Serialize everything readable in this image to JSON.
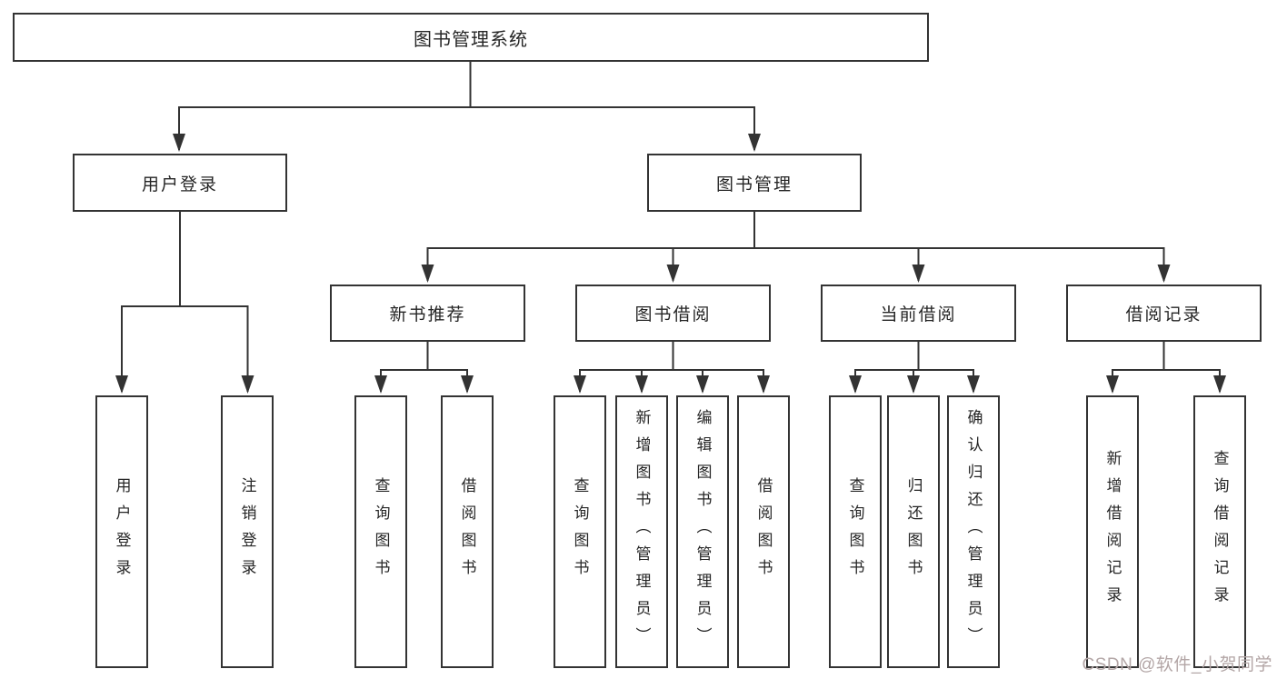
{
  "tree": {
    "label": "图书管理系统",
    "children": [
      {
        "label": "用户登录",
        "children": [
          {
            "label": "用户登录"
          },
          {
            "label": "注销登录"
          }
        ]
      },
      {
        "label": "图书管理",
        "children": [
          {
            "label": "新书推荐",
            "children": [
              {
                "label": "查询图书"
              },
              {
                "label": "借阅图书"
              }
            ]
          },
          {
            "label": "图书借阅",
            "children": [
              {
                "label": "查询图书"
              },
              {
                "label": "新增图书（管理员）"
              },
              {
                "label": "编辑图书（管理员）"
              },
              {
                "label": "借阅图书"
              }
            ]
          },
          {
            "label": "当前借阅",
            "children": [
              {
                "label": "查询图书"
              },
              {
                "label": "归还图书"
              },
              {
                "label": "确认归还（管理员）"
              }
            ]
          },
          {
            "label": "借阅记录",
            "children": [
              {
                "label": "新增借阅记录"
              },
              {
                "label": "查询借阅记录"
              }
            ]
          }
        ]
      }
    ]
  },
  "watermark": "CSDN @软件_小贺同学",
  "colors": {
    "line": "#333333",
    "border": "#333333",
    "text": "#262626",
    "watermark": "#b3a6a6",
    "background": "#ffffff"
  }
}
